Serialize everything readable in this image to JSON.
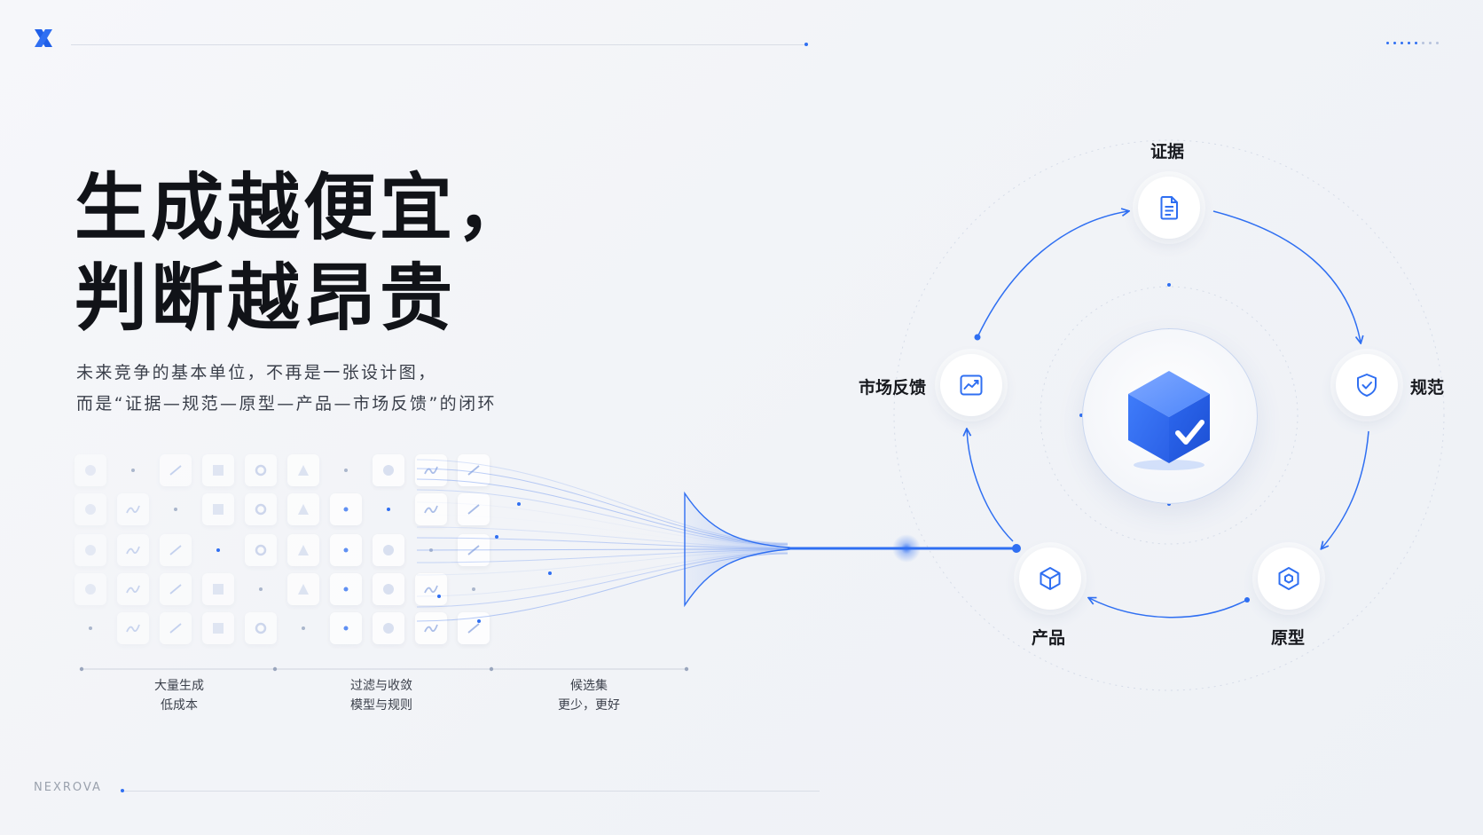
{
  "headline": {
    "line1": "生成越便宜，",
    "line2": "判断越昂贵"
  },
  "subtitle": {
    "line1": "未来竞争的基本单位，不再是一张设计图，",
    "line2": "而是“证据—规范—原型—产品—市场反馈”的闭环"
  },
  "stages": [
    {
      "line1": "大量生成",
      "line2": "低成本"
    },
    {
      "line1": "过滤与收敛",
      "line2": "模型与规则"
    },
    {
      "line1": "候选集",
      "line2": "更少，更好"
    }
  ],
  "cycle": {
    "evidence": {
      "label": "证据",
      "icon": "document-icon"
    },
    "spec": {
      "label": "规范",
      "icon": "shield-check-icon"
    },
    "prototype": {
      "label": "原型",
      "icon": "hexagon-icon"
    },
    "product": {
      "label": "产品",
      "icon": "box-icon"
    },
    "feedback": {
      "label": "市场反馈",
      "icon": "trend-chart-icon"
    },
    "center": {
      "icon": "cube-check-icon"
    }
  },
  "brand": "NEXROVA",
  "colors": {
    "accent": "#2f6ff2",
    "text": "#111318",
    "muted": "#3a3f4a"
  }
}
